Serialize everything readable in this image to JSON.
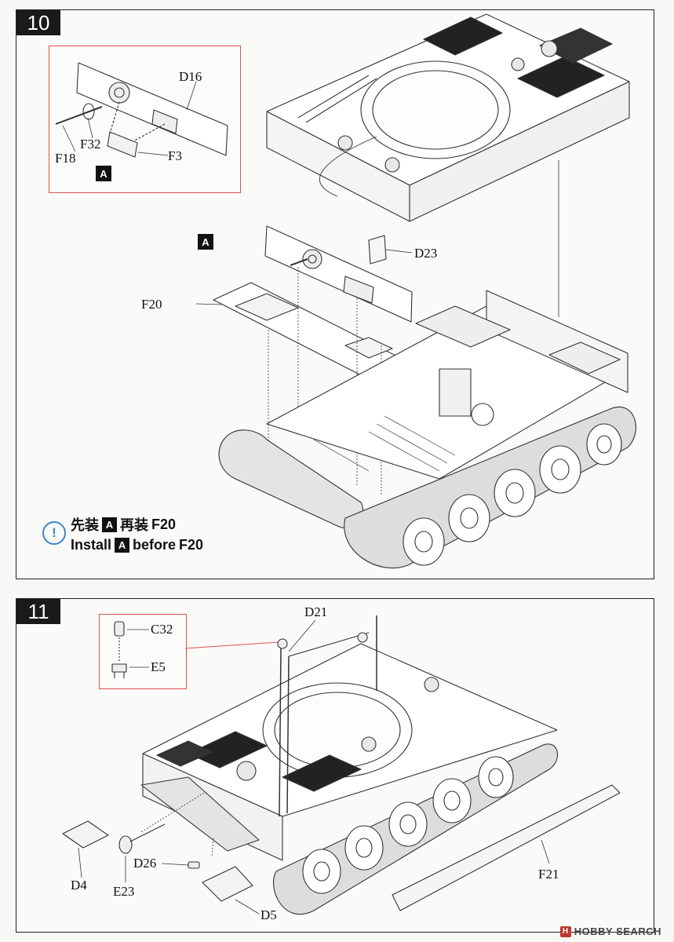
{
  "step10": {
    "number": "10",
    "inset": {
      "badge": "A",
      "labels": {
        "d16": "D16",
        "f32": "F32",
        "f18": "F18",
        "f3": "F3"
      }
    },
    "labels": {
      "a_badge": "A",
      "d23": "D23",
      "f20": "F20"
    },
    "note": {
      "cn_prefix": "先装",
      "cn_badge": "A",
      "cn_mid": "再装",
      "cn_part": "F20",
      "en_prefix": "Install",
      "en_badge": "A",
      "en_mid": "before",
      "en_part": "F20"
    }
  },
  "step11": {
    "number": "11",
    "inset": {
      "labels": {
        "c32": "C32",
        "e5": "E5"
      }
    },
    "labels": {
      "d21": "D21",
      "d4": "D4",
      "e23": "E23",
      "d26": "D26",
      "d5": "D5",
      "f21": "F21"
    }
  },
  "watermark": {
    "logo": "H",
    "text": "HOBBY SEARCH"
  },
  "colors": {
    "inset_border": "#d9534a",
    "warning_icon": "#3a87c8",
    "step_badge": "#1a1a1a"
  }
}
